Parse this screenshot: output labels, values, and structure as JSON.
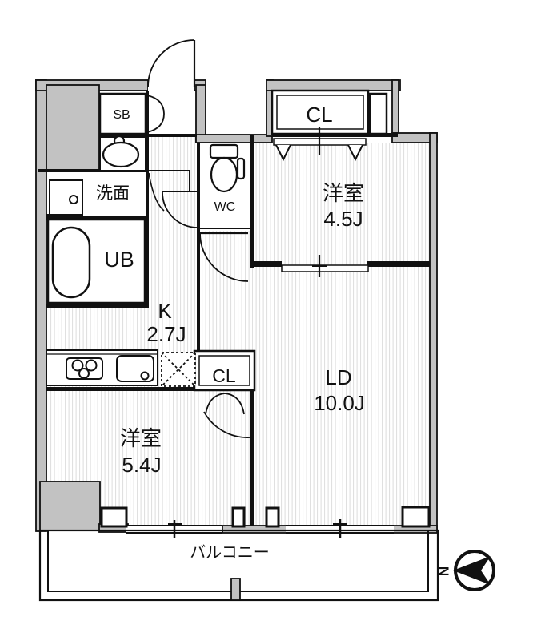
{
  "floor_plan": {
    "rooms": {
      "shoe_box": {
        "label": "SB"
      },
      "washroom": {
        "label": "洗面"
      },
      "unit_bath": {
        "label": "UB"
      },
      "toilet": {
        "label": "WC"
      },
      "closet_top": {
        "label": "CL"
      },
      "bedroom_45": {
        "label": "洋室",
        "size": "4.5J"
      },
      "kitchen": {
        "label": "K",
        "size": "2.7J"
      },
      "closet_mid": {
        "label": "CL"
      },
      "living_dining": {
        "label": "LD",
        "size": "10.0J"
      },
      "bedroom_54": {
        "label": "洋室",
        "size": "5.4J"
      },
      "balcony": {
        "label": "バルコニー"
      }
    },
    "compass": {
      "north_label": "N"
    },
    "colors": {
      "wall_gray": "#c2c2c2",
      "line_black": "#111111",
      "floor_stripe": "#dcdcdc"
    }
  }
}
